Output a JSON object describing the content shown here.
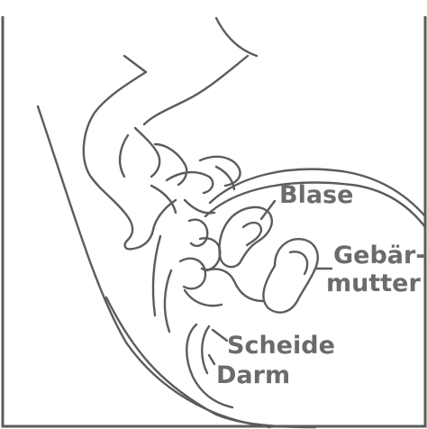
{
  "diagram": {
    "labels": {
      "bladder": "Blase",
      "uterus_line1": "Gebär-",
      "uterus_line2": "mutter",
      "vagina": "Scheide",
      "bowel": "Darm"
    }
  }
}
